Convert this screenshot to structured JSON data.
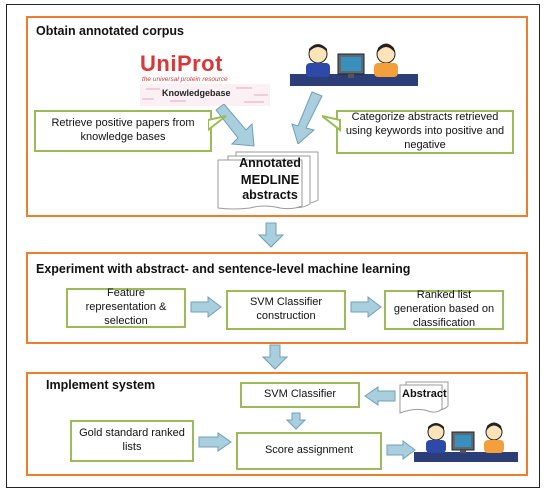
{
  "panels": {
    "obtain": {
      "title": "Obtain annotated corpus",
      "logo": {
        "main": "UniProt",
        "sub": "the universal protein resource",
        "kb": "Knowledgebase"
      },
      "retrieve_box": "Retrieve positive papers from knowledge bases",
      "categorize_box": "Categorize abstracts retrieved using keywords into positive and negative",
      "annotated": {
        "line1": "Annotated",
        "line2": "MEDLINE",
        "line3": "abstracts"
      }
    },
    "experiment": {
      "title": "Experiment with abstract- and sentence-level machine learning",
      "feature_box": "Feature representation & selection",
      "svm_box": "SVM Classifier construction",
      "ranked_box": "Ranked list generation based on classification"
    },
    "implement": {
      "title": "Implement system",
      "svm_box": "SVM Classifier",
      "abstract_label": "Abstract",
      "gold_box": "Gold standard ranked lists",
      "score_box": "Score assignment"
    }
  },
  "colors": {
    "panel_border": "#ee7d2c",
    "box_border": "#9bbb59",
    "arrow_fill": "#a9cfdf",
    "arrow_stroke": "#6fa0b5",
    "logo_red": "#d9383a"
  },
  "icons": [
    "users-at-computer-icon",
    "document-stack-icon",
    "document-icon"
  ]
}
